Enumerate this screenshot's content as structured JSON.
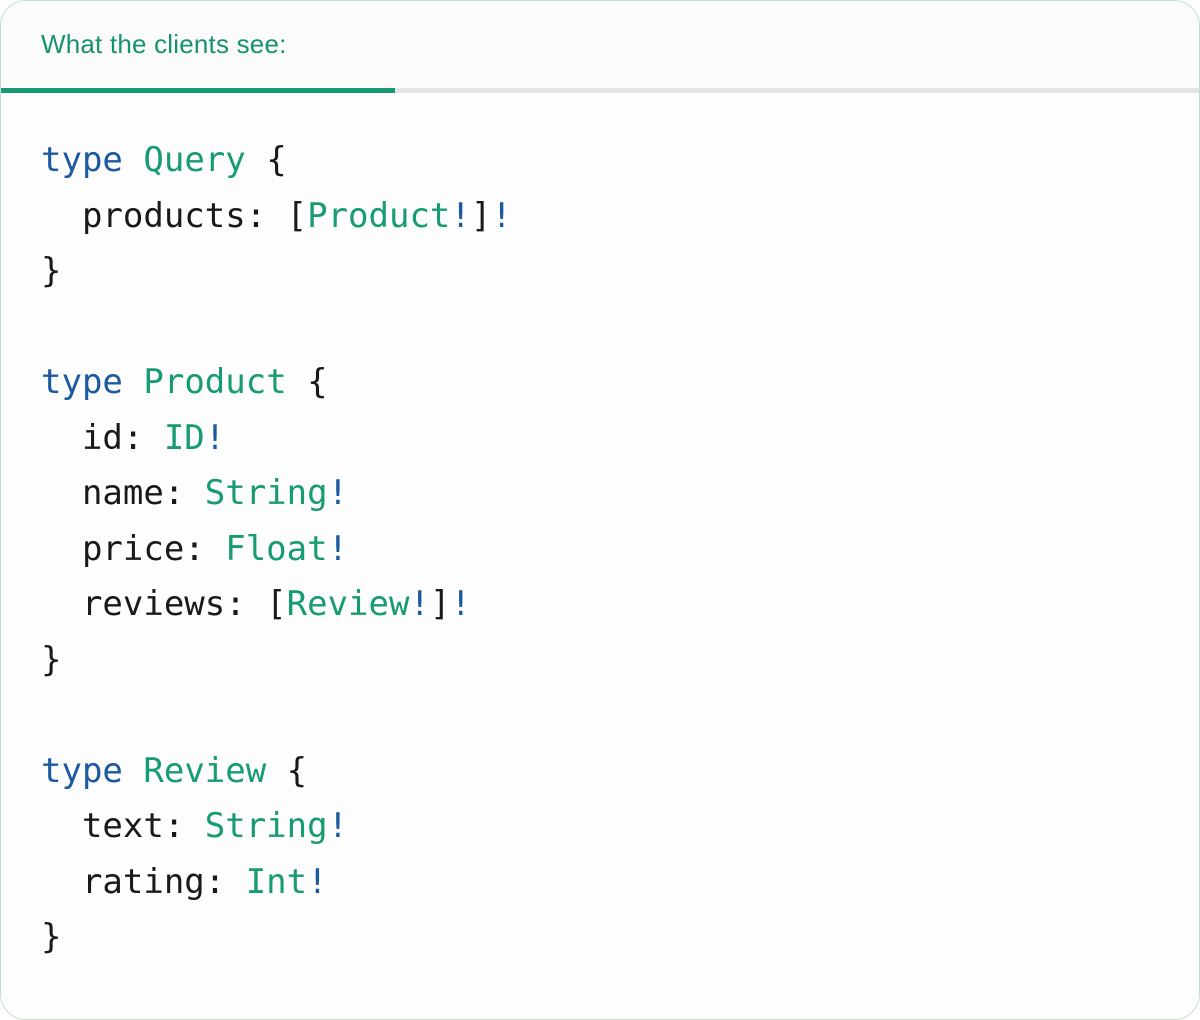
{
  "panel": {
    "tab_label": "What the clients see:",
    "colors": {
      "accent_green": "#169b76",
      "tab_text_green": "#16936e",
      "divider_gray": "#e4e4e4",
      "card_border_green": "#c4dcca",
      "header_bg": "#fbfbfb",
      "code_bg": "#fdfdfd",
      "keyword": "#1b5aa0",
      "typename": "#169b72",
      "plain": "#17191c"
    }
  },
  "code": {
    "language": "graphql",
    "plain_text": "type Query {\n  products: [Product!]!\n}\n\ntype Product {\n  id: ID!\n  name: String!\n  price: Float!\n  reviews: [Review!]!\n}\n\ntype Review {\n  text: String!\n  rating: Int!\n}",
    "lines": [
      {
        "tokens": [
          {
            "text": "type",
            "color": "keyword"
          },
          {
            "text": " ",
            "color": "plain"
          },
          {
            "text": "Query",
            "color": "typename"
          },
          {
            "text": " {",
            "color": "plain"
          }
        ]
      },
      {
        "tokens": [
          {
            "text": "  products: [",
            "color": "plain"
          },
          {
            "text": "Product",
            "color": "typename"
          },
          {
            "text": "!",
            "color": "keyword"
          },
          {
            "text": "]",
            "color": "plain"
          },
          {
            "text": "!",
            "color": "keyword"
          }
        ]
      },
      {
        "tokens": [
          {
            "text": "}",
            "color": "plain"
          }
        ]
      },
      {
        "tokens": []
      },
      {
        "tokens": [
          {
            "text": "type",
            "color": "keyword"
          },
          {
            "text": " ",
            "color": "plain"
          },
          {
            "text": "Product",
            "color": "typename"
          },
          {
            "text": " {",
            "color": "plain"
          }
        ]
      },
      {
        "tokens": [
          {
            "text": "  id: ",
            "color": "plain"
          },
          {
            "text": "ID",
            "color": "typename"
          },
          {
            "text": "!",
            "color": "keyword"
          }
        ]
      },
      {
        "tokens": [
          {
            "text": "  name: ",
            "color": "plain"
          },
          {
            "text": "String",
            "color": "typename"
          },
          {
            "text": "!",
            "color": "keyword"
          }
        ]
      },
      {
        "tokens": [
          {
            "text": "  price: ",
            "color": "plain"
          },
          {
            "text": "Float",
            "color": "typename"
          },
          {
            "text": "!",
            "color": "keyword"
          }
        ]
      },
      {
        "tokens": [
          {
            "text": "  reviews: [",
            "color": "plain"
          },
          {
            "text": "Review",
            "color": "typename"
          },
          {
            "text": "!",
            "color": "keyword"
          },
          {
            "text": "]",
            "color": "plain"
          },
          {
            "text": "!",
            "color": "keyword"
          }
        ]
      },
      {
        "tokens": [
          {
            "text": "}",
            "color": "plain"
          }
        ]
      },
      {
        "tokens": []
      },
      {
        "tokens": [
          {
            "text": "type",
            "color": "keyword"
          },
          {
            "text": " ",
            "color": "plain"
          },
          {
            "text": "Review",
            "color": "typename"
          },
          {
            "text": " {",
            "color": "plain"
          }
        ]
      },
      {
        "tokens": [
          {
            "text": "  text: ",
            "color": "plain"
          },
          {
            "text": "String",
            "color": "typename"
          },
          {
            "text": "!",
            "color": "keyword"
          }
        ]
      },
      {
        "tokens": [
          {
            "text": "  rating: ",
            "color": "plain"
          },
          {
            "text": "Int",
            "color": "typename"
          },
          {
            "text": "!",
            "color": "keyword"
          }
        ]
      },
      {
        "tokens": [
          {
            "text": "}",
            "color": "plain"
          }
        ]
      }
    ]
  }
}
